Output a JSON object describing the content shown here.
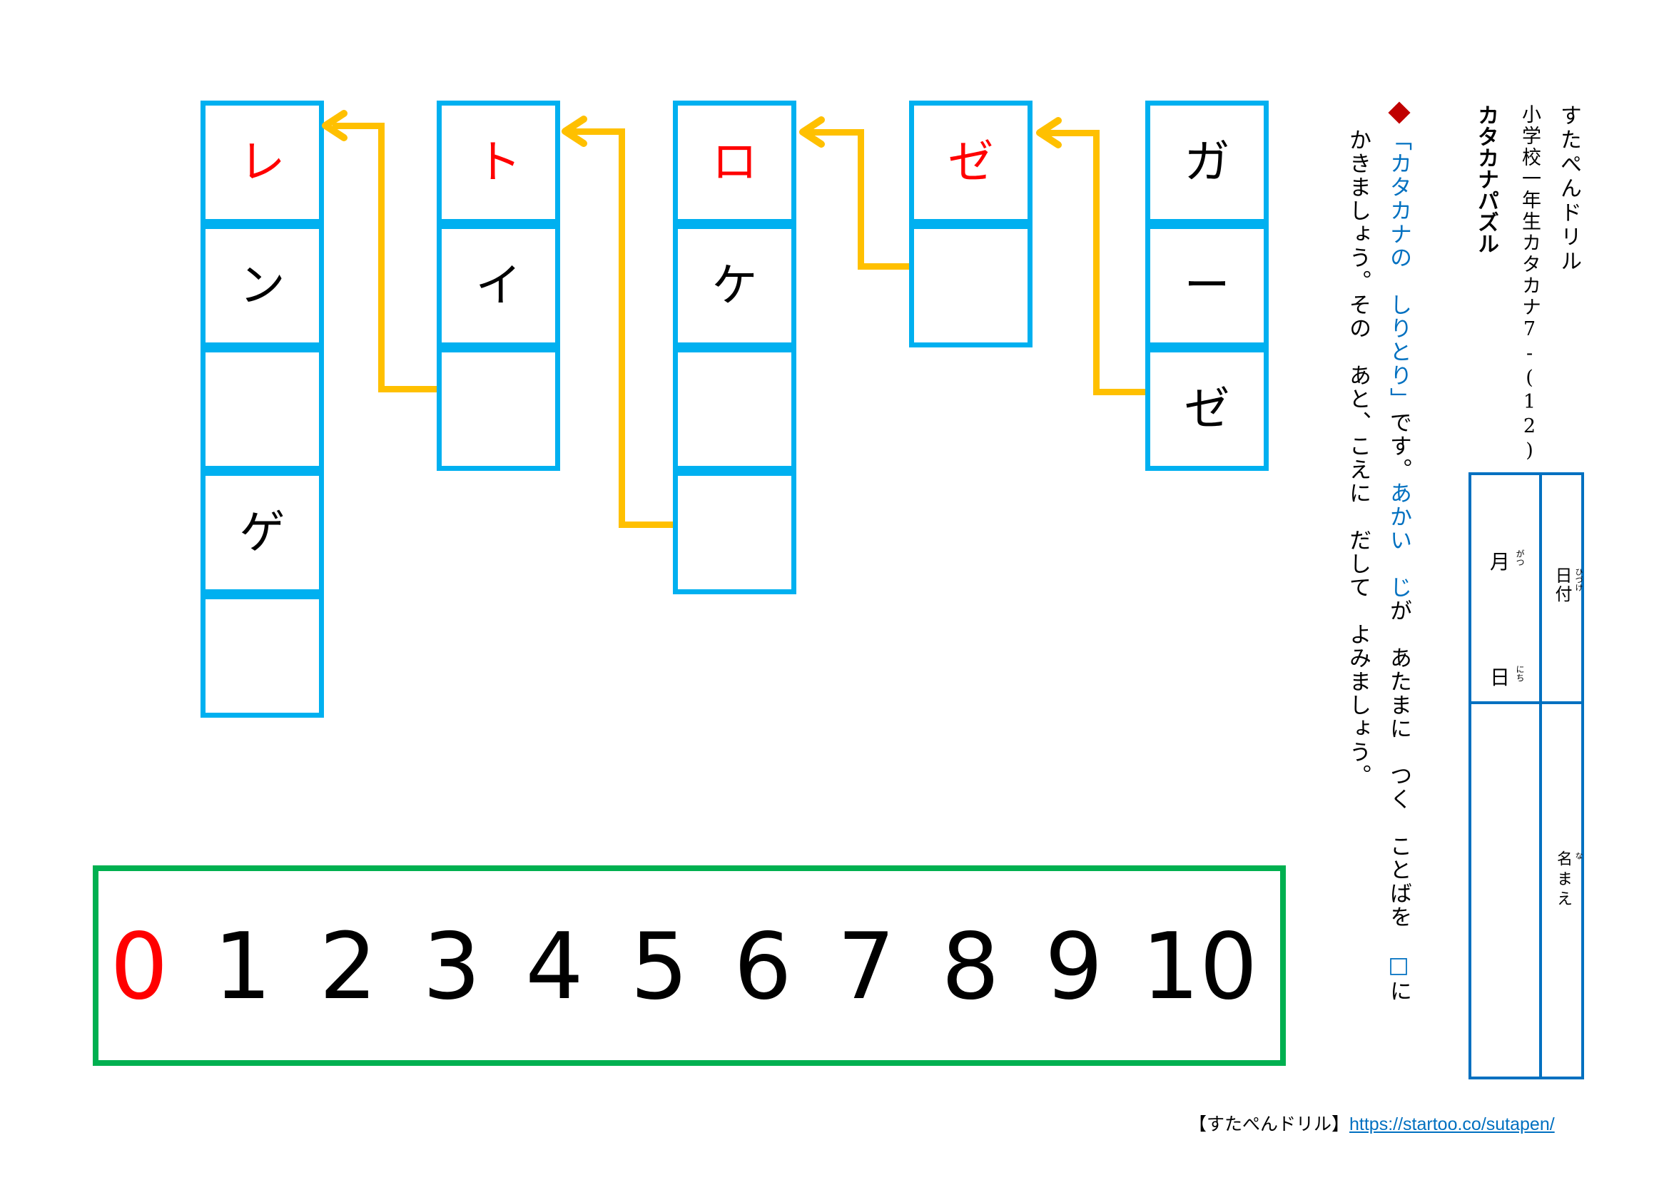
{
  "header": {
    "brand": "すたぺんドリル",
    "subtitle": "小学校一年生カタカナ7-(12)",
    "title": "カタカナパズル"
  },
  "instructions": {
    "marker": "◆",
    "line1_blue_a": "「カタカナの　しりとり」",
    "line1_black_a": "です。",
    "line1_blue_b": "あかい　じ",
    "line1_black_b": "が　あたまに　つく　ことばを　",
    "line1_box": "□",
    "line1_black_c": "に",
    "line2": "かきましょう。その　あと、こえに　だして　よみましょう。"
  },
  "puzzle": {
    "columns": [
      {
        "id": "col-1",
        "cells": [
          {
            "char": "レ",
            "red": true
          },
          {
            "char": "ン"
          },
          {
            "char": ""
          },
          {
            "char": "ゲ"
          },
          {
            "char": ""
          }
        ]
      },
      {
        "id": "col-2",
        "cells": [
          {
            "char": "ト",
            "red": true
          },
          {
            "char": "イ"
          },
          {
            "char": ""
          }
        ]
      },
      {
        "id": "col-3",
        "cells": [
          {
            "char": "ロ",
            "red": true
          },
          {
            "char": "ケ"
          },
          {
            "char": ""
          },
          {
            "char": ""
          }
        ]
      },
      {
        "id": "col-4",
        "cells": [
          {
            "char": "ゼ",
            "red": true
          },
          {
            "char": ""
          }
        ]
      },
      {
        "id": "col-5",
        "cells": [
          {
            "char": "ガ"
          },
          {
            "char": "ー"
          },
          {
            "char": "ゼ"
          }
        ]
      }
    ]
  },
  "number_line": {
    "digits": [
      "0",
      "1",
      "2",
      "3",
      "4",
      "5",
      "6",
      "7",
      "8",
      "9",
      "10"
    ],
    "highlight_index": 0
  },
  "info_box": {
    "date_label": "日付",
    "date_ruby": "ひづけ",
    "month_label": "月",
    "month_ruby": "がつ",
    "day_label": "日",
    "day_ruby": "にち",
    "name_label": "名まえ",
    "name_ruby": "な"
  },
  "footer": {
    "label": "【すたぺんドリル】",
    "link": "https://startoo.co/sutapen/"
  },
  "colors": {
    "cell_border": "#00B0F0",
    "arrow": "#FFC000",
    "red_char": "#FF0000",
    "number_box": "#00B050",
    "info_box": "#0070C0",
    "accent_blue": "#0070C0",
    "diamond": "#C00000"
  }
}
